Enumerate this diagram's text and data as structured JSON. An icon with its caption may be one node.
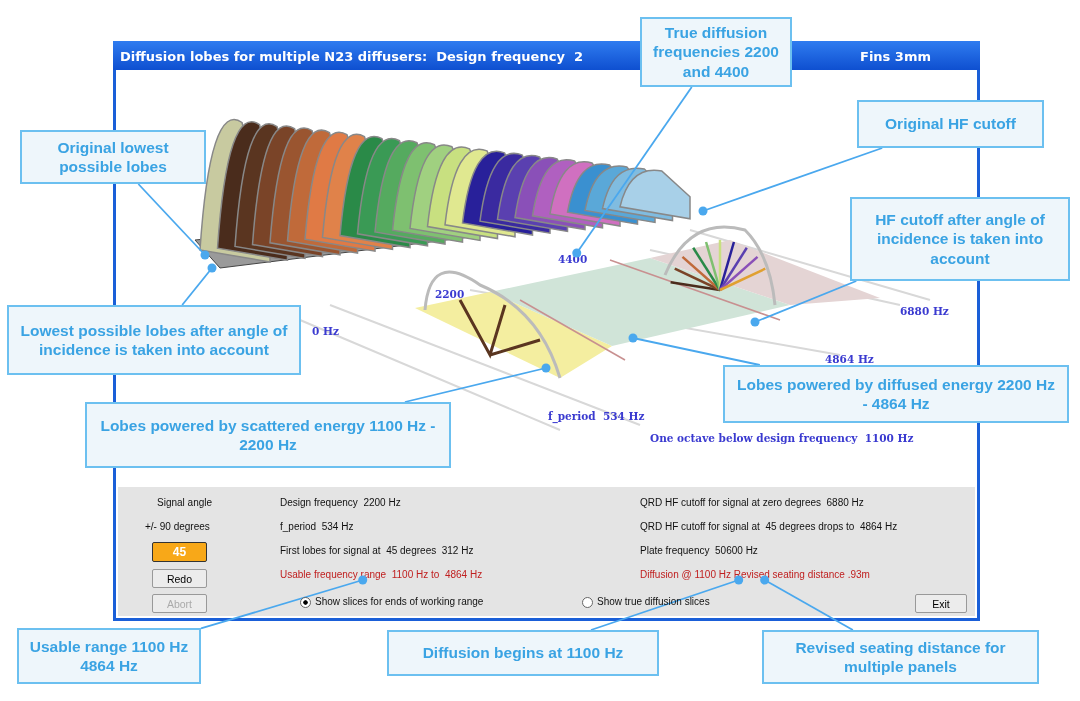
{
  "diagram": {
    "title": "Diffusion lobes for multiple N23 diffusers:  Design frequency  2",
    "nodes": [
      {
        "text": [
          "Original lowest possible lobes"
        ]
      },
      {
        "text": [
          "True diffusion frequencies 2200 and 4400"
        ]
      },
      {
        "text": [
          "Original HF cutoff"
        ]
      },
      {
        "text": [
          "HF cutoff after angle of incidence is taken into account"
        ]
      },
      {
        "text": [
          "Lowest possible lobes after angle of incidence is taken into account"
        ]
      },
      {
        "text": [
          "Lobes powered by diffused energy 2200 Hz - 4864 Hz"
        ]
      },
      {
        "text": [
          "Lobes powered by scattered energy 1100 Hz - 2200 Hz"
        ]
      },
      {
        "text": [
          "Usable range 1100 Hz 4864 Hz"
        ]
      },
      {
        "text": [
          "Diffusion begins at 1100 Hz"
        ]
      },
      {
        "text": [
          "Revised seating distance for multiple panels"
        ]
      },
      {
        "text": [
          "4400"
        ]
      },
      {
        "text": [
          "Usable frequency range  1100 Hz to  4864 Hz"
        ]
      },
      {
        "text": [
          "Diffusion @ 1100 Hz Revised seating distance .93m"
        ]
      }
    ],
    "edges": [
      {
        "from": 0,
        "to": null,
        "arrow": "other"
      },
      {
        "from": 1,
        "to": 10,
        "arrow": "other"
      },
      {
        "from": 2,
        "to": null,
        "arrow": "other"
      },
      {
        "from": 3,
        "to": null,
        "arrow": "other"
      },
      {
        "from": 4,
        "to": null,
        "arrow": "other"
      },
      {
        "from": 5,
        "to": null,
        "arrow": "other"
      },
      {
        "from": 6,
        "to": null,
        "arrow": "other"
      },
      {
        "from": 7,
        "to": 11,
        "arrow": "other"
      },
      {
        "from": 8,
        "to": 12,
        "arrow": "other"
      },
      {
        "from": 9,
        "to": 12,
        "arrow": "other"
      }
    ],
    "labels": [
      "Fins 3mm",
      "2200",
      "0 Hz",
      "6880 Hz",
      "4864 Hz",
      "f_period  534 Hz",
      "One octave below design frequency  1100 Hz",
      "Signal angle",
      "Design frequency  2200 Hz",
      "QRD HF cutoff for signal at zero degrees  6880 Hz",
      "+/- 90 degrees",
      "f_period  534 Hz",
      "QRD HF cutoff for signal at  45 degrees drops to  4864 Hz",
      "45",
      "First lobes for signal at  45 degrees  312 Hz",
      "Plate frequency  50600 Hz",
      "Redo",
      "Abort",
      "Show slices for ends of working range",
      "Show true diffusion slices",
      "Exit"
    ]
  }
}
